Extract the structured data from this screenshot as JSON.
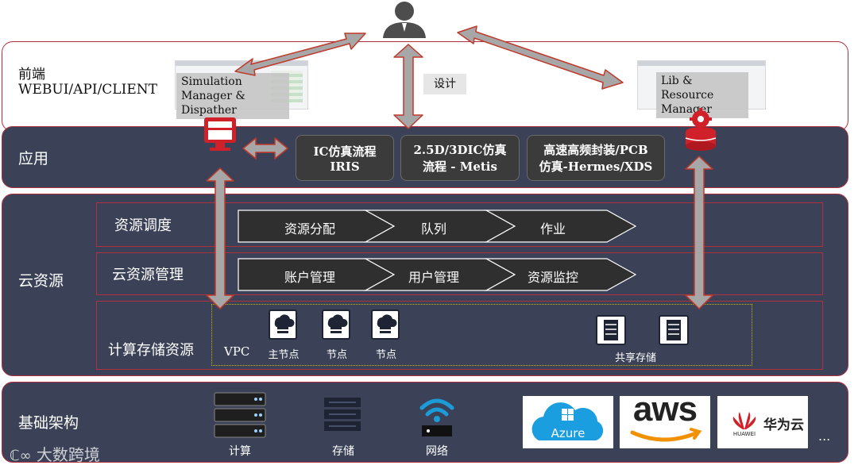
{
  "layers": {
    "frontend": {
      "line1": "前端",
      "line2": "WEBUI/API/CLIENT"
    },
    "app": {
      "label": "应用"
    },
    "cloud": {
      "label": "云资源"
    },
    "infra": {
      "label": "基础架构"
    }
  },
  "frontend": {
    "sim_caption": "Simulation Manager & Dispather",
    "lib_caption": "Lib & Resource Manager",
    "design_label": "设计"
  },
  "apps": [
    {
      "line1": "IC仿真流程",
      "line2": "IRIS"
    },
    {
      "line1": "2.5D/3DIC仿真",
      "line2": "流程 - Metis"
    },
    {
      "line1": "高速高频封装/PCB",
      "line2": "仿真-Hermes/XDS"
    }
  ],
  "cloud_rows": {
    "scheduling": {
      "label": "资源调度",
      "steps": [
        "资源分配",
        "队列",
        "作业"
      ]
    },
    "management": {
      "label": "云资源管理",
      "steps": [
        "账户管理",
        "用户管理",
        "资源监控"
      ]
    },
    "compute": {
      "label": "计算存储资源",
      "vpc": "VPC",
      "nodes": [
        "主节点",
        "节点",
        "节点"
      ],
      "storage": "共享存储"
    }
  },
  "infra": {
    "items": [
      "计算",
      "存储",
      "网络"
    ],
    "clouds": [
      "Azure",
      "aws",
      "华为云"
    ],
    "huawei_small": "HUAWEI",
    "more": "..."
  },
  "watermark": "大数跨境",
  "colors": {
    "layer_bg": "#3b4257",
    "border": "#b03040",
    "accent_red": "#d0202a",
    "arrow": "#a9a9a9"
  }
}
